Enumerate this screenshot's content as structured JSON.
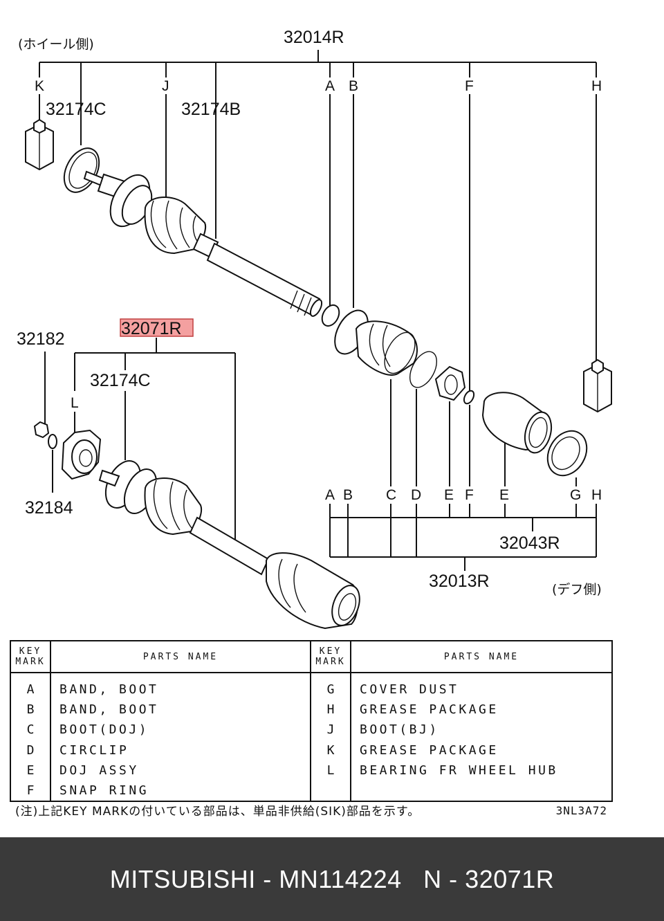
{
  "diagram": {
    "assembly_label": "32014R",
    "wheel_side_label": "(ホイール側)",
    "diff_side_label": "(デフ側)",
    "highlighted_part": "32071R",
    "part_numbers": {
      "p32174C_top": "32174C",
      "p32174B": "32174B",
      "p32182": "32182",
      "p32174C_lower": "32174C",
      "p32184": "32184",
      "p32043R": "32043R",
      "p32013R": "32013R"
    },
    "top_keys": [
      "K",
      "J",
      "A",
      "B",
      "F",
      "H"
    ],
    "lower_left_key": "L",
    "bottom_keys": [
      "A",
      "B",
      "C",
      "D",
      "E",
      "F",
      "E",
      "G",
      "H"
    ]
  },
  "table": {
    "header_key": "KEY\nMARK",
    "header_key_line1": "KEY",
    "header_key_line2": "MARK",
    "header_name": "PARTS NAME",
    "left_marks": [
      "A",
      "B",
      "C",
      "D",
      "E",
      "F"
    ],
    "left_names": [
      "BAND, BOOT",
      "BAND, BOOT",
      "BOOT(DOJ)",
      "CIRCLIP",
      "DOJ ASSY",
      "SNAP RING"
    ],
    "right_marks": [
      "G",
      "H",
      "J",
      "K",
      "L"
    ],
    "right_names": [
      "COVER DUST",
      "GREASE PACKAGE",
      "BOOT(BJ)",
      "GREASE PACKAGE",
      "BEARING FR WHEEL HUB"
    ]
  },
  "footnote": "(注)上記KEY MARKの付いている部品は、単品非供給(SIK)部品を示す。",
  "drawing_code": "3NL3A72",
  "banner": {
    "text": "MITSUBISHI - MN114224   N - 32071R",
    "background": "#3a3a3a"
  },
  "colors": {
    "highlight": "#f4a0a0"
  }
}
